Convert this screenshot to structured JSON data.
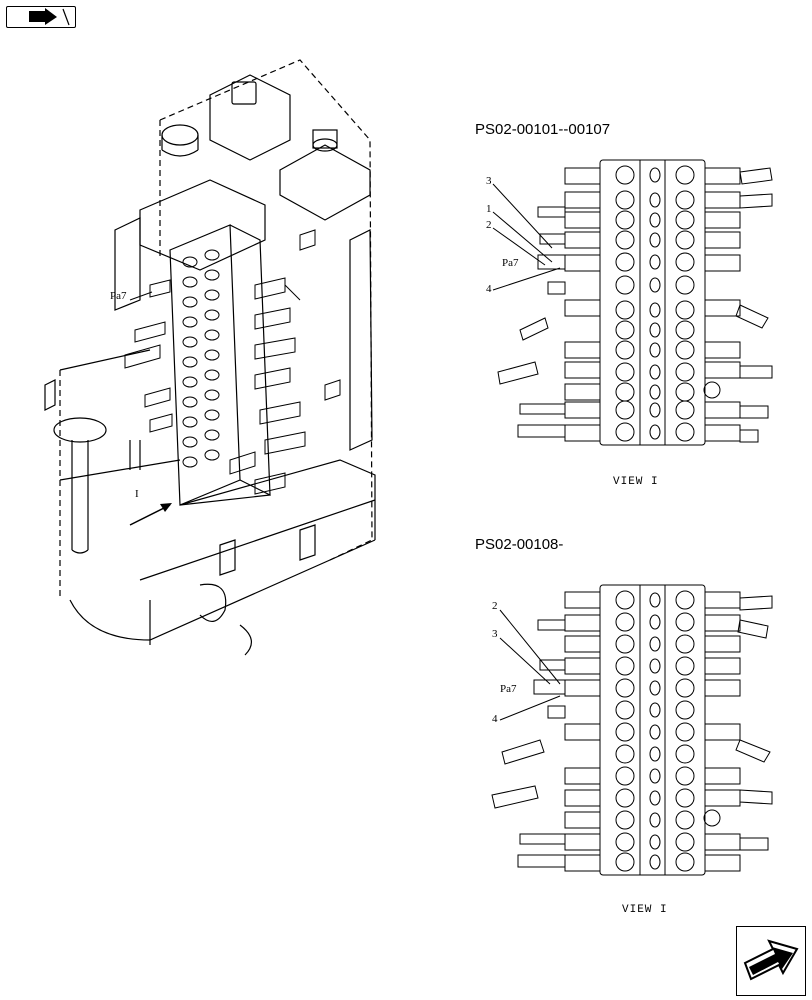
{
  "section_a": {
    "title": "PS02-00101--00107",
    "view_label": "VIEW I",
    "pa_label": "Pa7",
    "callouts": [
      "3",
      "1",
      "2",
      "4"
    ]
  },
  "section_b": {
    "title": "PS02-00108-",
    "view_label": "VIEW I",
    "pa_label": "Pa7",
    "callouts": [
      "2",
      "3",
      "4"
    ]
  },
  "iso": {
    "pa_label": "Pa7",
    "view_marker": "I"
  },
  "nav": {
    "prev_icon": "back-arrow-icon",
    "next_icon": "forward-arrow-icon"
  }
}
